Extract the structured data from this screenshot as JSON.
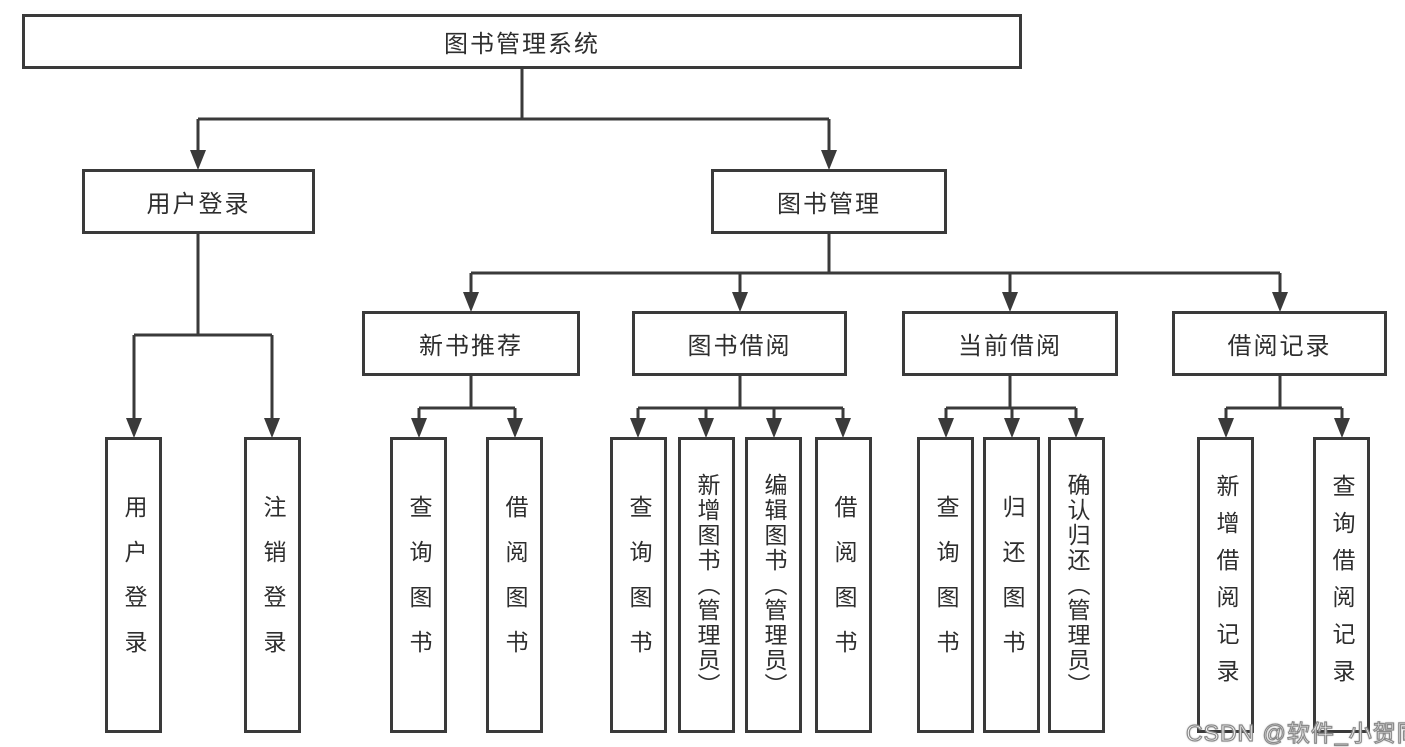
{
  "diagram": {
    "root": {
      "label": "图书管理系统"
    },
    "level2": [
      {
        "label": "用户登录"
      },
      {
        "label": "图书管理"
      }
    ],
    "level3": [
      {
        "label": "新书推荐"
      },
      {
        "label": "图书借阅"
      },
      {
        "label": "当前借阅"
      },
      {
        "label": "借阅记录"
      }
    ],
    "leaves": {
      "login": [
        "用户登录",
        "注销登录"
      ],
      "recommend": [
        "查询图书",
        "借阅图书"
      ],
      "borrow": [
        "查询图书",
        "新增图书（管理员）",
        "编辑图书（管理员）",
        "借阅图书"
      ],
      "current": [
        "查询图书",
        "归还图书",
        "确认归还（管理员）"
      ],
      "records": [
        "新增借阅记录",
        "查询借阅记录"
      ]
    },
    "line_color": "#3a3a3a",
    "background_color": "#ffffff",
    "watermark": "CSDN @软件_小贺同学"
  }
}
